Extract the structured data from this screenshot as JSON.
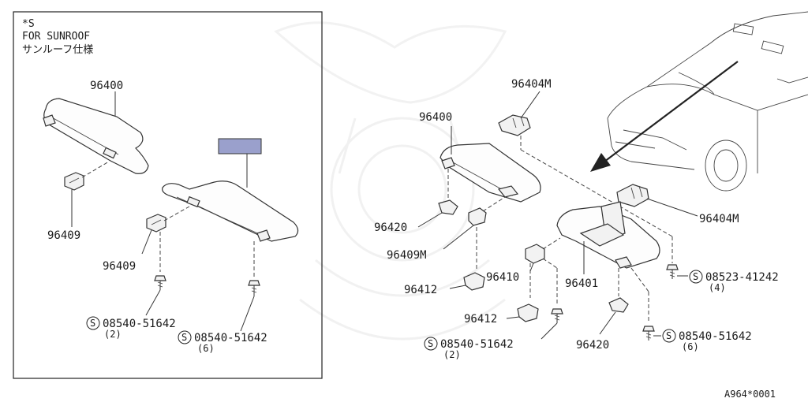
{
  "inset": {
    "note_lines": [
      "*S",
      "FOR SUNROOF",
      "サンルーフ仕様"
    ],
    "highlight_color": "#9aa0cc",
    "labels": {
      "visor": "96400",
      "clip_a": "96409",
      "clip_b": "96409",
      "screw_left": "08540-51642",
      "screw_left_qty": "(2)",
      "screw_right": "08540-51642",
      "screw_right_qty": "(6)"
    }
  },
  "main": {
    "labels": {
      "holder_top": "96404M",
      "holder_right": "96404M",
      "visor_left": "96400",
      "visor_right": "96401",
      "hook_left": "96420",
      "hook_right": "96420",
      "clip_m": "96409M",
      "bracket": "96410",
      "cap_a": "96412",
      "cap_b": "96412",
      "screw_mid": "08540-51642",
      "screw_mid_qty": "(2)",
      "screw_r": "08540-51642",
      "screw_r_qty": "(6)",
      "screw_far": "08523-41242",
      "screw_far_qty": "(4)"
    }
  },
  "symbols": {
    "standard_part": "S"
  },
  "diagram_ref": "A964*0001"
}
